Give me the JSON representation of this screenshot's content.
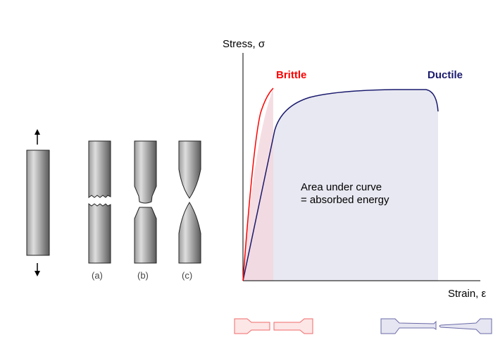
{
  "specimens": {
    "labels": [
      "(a)",
      "(b)",
      "(c)"
    ]
  },
  "chart": {
    "y_axis_label": "Stress, σ",
    "x_axis_label": "Strain, ε",
    "brittle_label": "Brittle",
    "ductile_label": "Ductile",
    "annotation_line1": "Area under curve",
    "annotation_line2": "= absorbed energy"
  },
  "colors": {
    "brittle": "#ff0000",
    "ductile": "#1a1a6e",
    "brittle_fill": "#fbe4e4",
    "ductile_fill": "#e8e8f2"
  }
}
